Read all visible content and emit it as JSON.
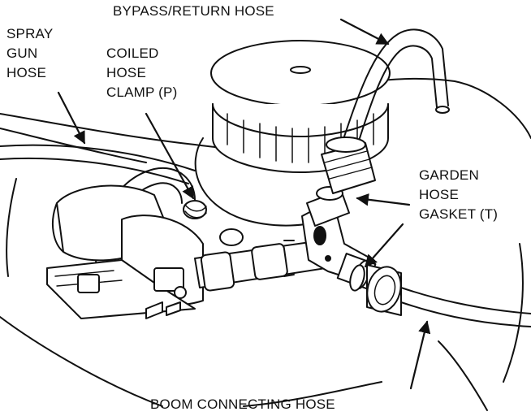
{
  "labels": {
    "bypass_return_hose": "BYPASS/RETURN HOSE",
    "spray_gun_hose": [
      "SPRAY",
      "GUN",
      "HOSE"
    ],
    "coiled_hose_clamp": [
      "COILED",
      "HOSE",
      "CLAMP (P)"
    ],
    "garden_hose_gasket": [
      "GARDEN",
      "HOSE",
      "GASKET (T)"
    ],
    "boom_connecting_hose": "BOOM CONNECTING HOSE"
  },
  "colors": {
    "ink": "#111111",
    "background": "#ffffff"
  }
}
